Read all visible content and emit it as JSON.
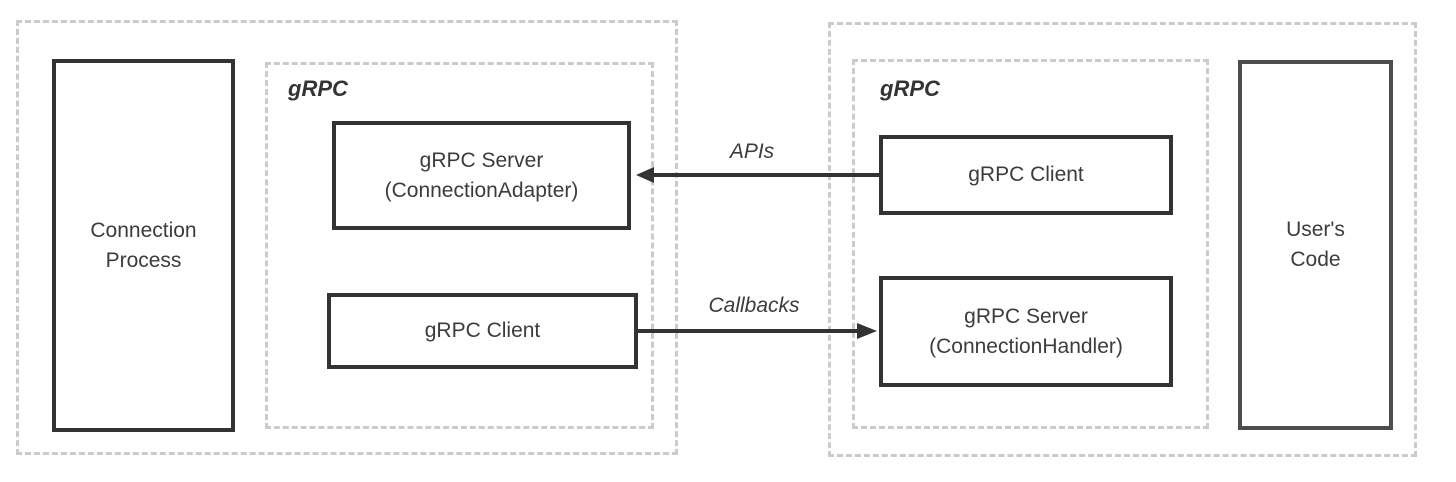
{
  "diagram": {
    "left_region": {
      "process_box_label": "Connection\nProcess",
      "grpc_group_label": "gRPC",
      "server_box_label": "gRPC Server\n(ConnectionAdapter)",
      "client_box_label": "gRPC Client"
    },
    "right_region": {
      "grpc_group_label": "gRPC",
      "client_box_label": "gRPC Client",
      "server_box_label": "gRPC Server\n(ConnectionHandler)",
      "users_code_box_label": "User's\nCode"
    },
    "connections": {
      "apis_label": "APIs",
      "callbacks_label": "Callbacks",
      "apis_direction": "right-client-to-left-server",
      "callbacks_direction": "left-client-to-right-server"
    },
    "colors": {
      "background": "#ffffff",
      "dashed_border": "#cbcbcb",
      "solid_border": "#333333",
      "users_code_border": "#4d4d4d",
      "arrow": "#333333",
      "text": "#3c3c3c"
    }
  }
}
